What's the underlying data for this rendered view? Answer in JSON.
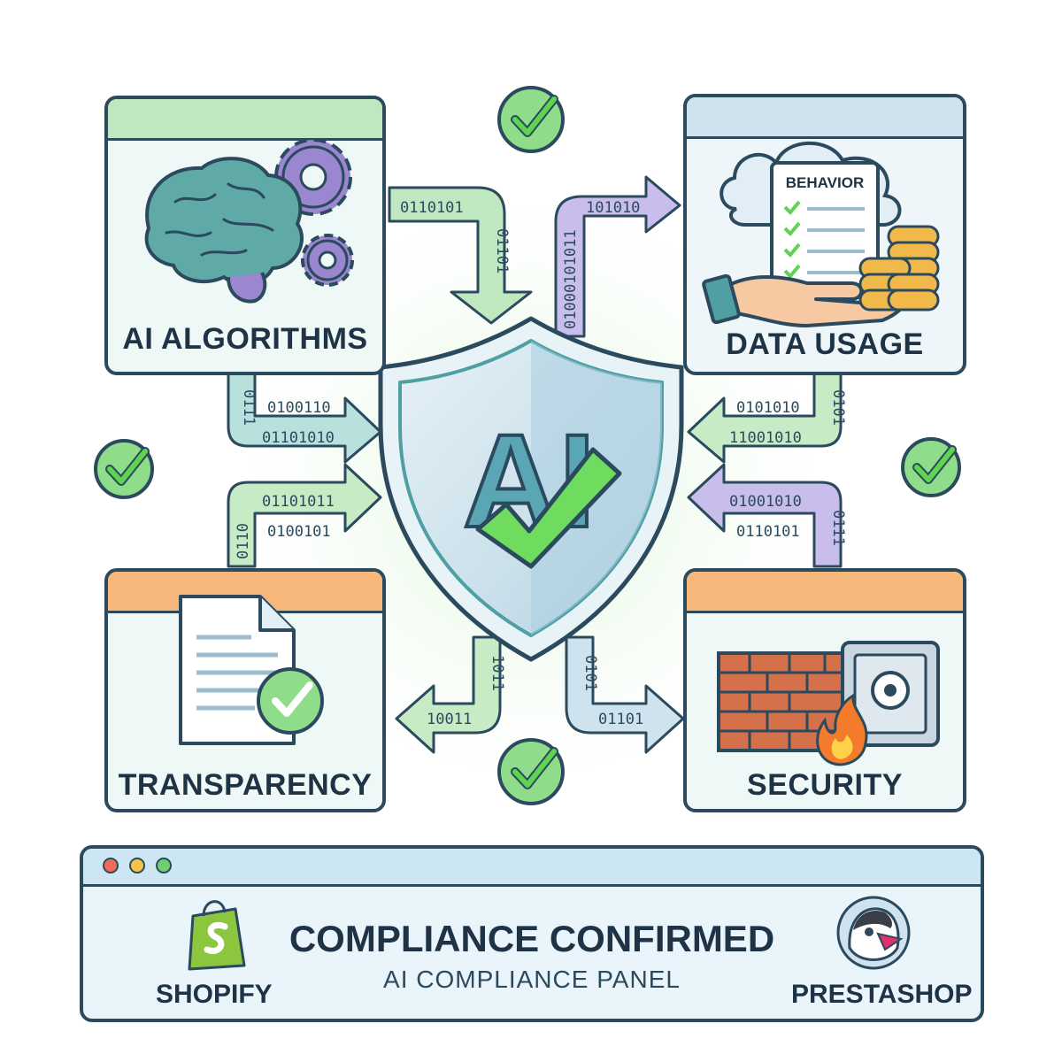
{
  "cards": {
    "ai_algorithms": {
      "label": "AI ALGORITHMS"
    },
    "data_usage": {
      "label": "DATA USAGE",
      "document_heading": "BEHAVIOR"
    },
    "transparency": {
      "label": "TRANSPARENCY"
    },
    "security": {
      "label": "SECURITY"
    }
  },
  "shield": {
    "text": "AI"
  },
  "binary": {
    "top_left_h": "0110101",
    "top_left_v": "01101",
    "top_right_v": "01000101011",
    "top_right_h": "101010",
    "mid_left_1": "0100110",
    "mid_left_2": "01101010",
    "mid_left_v": "0111",
    "mid_left_3": "01101011",
    "mid_left_4": "0100101",
    "mid_left_v2": "0110",
    "mid_right_1": "0101010",
    "mid_right_2": "11001010",
    "mid_right_v": "0101",
    "mid_right_3": "01001010",
    "mid_right_4": "0110101",
    "mid_right_v2": "0111",
    "bottom_left_v": "1011",
    "bottom_left_h": "10011",
    "bottom_right_v": "0101",
    "bottom_right_h": "01101"
  },
  "panel": {
    "title": "COMPLIANCE CONFIRMED",
    "subtitle": "AI COMPLIANCE PANEL",
    "left_brand": "SHOPIFY",
    "right_brand": "PRESTASHOP"
  },
  "colors": {
    "outline": "#2b4a5e",
    "green": "#6fcf6f",
    "green_light": "#bfe8c0",
    "purple": "#a593d6",
    "orange": "#f7b77a",
    "shield": "#cfe3ee",
    "teal": "#4f9fa3"
  }
}
